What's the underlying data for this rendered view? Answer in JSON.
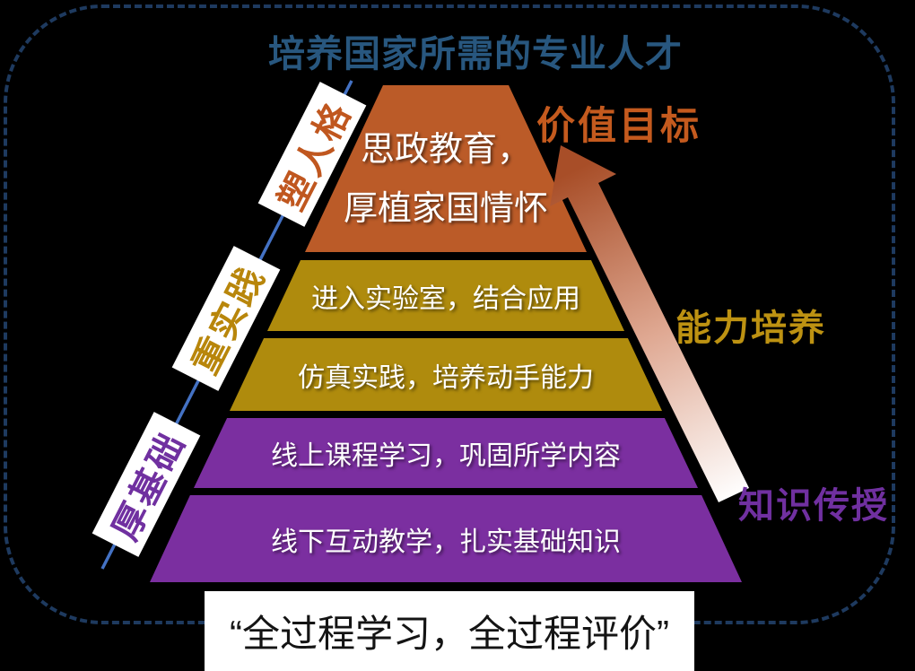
{
  "title": "培养国家所需的专业人才",
  "pyramid": {
    "levels": [
      {
        "line1": "思政教育，",
        "line2": "厚植家国情怀",
        "color": "#BB5B28"
      },
      {
        "text": "进入实验室，结合应用",
        "color": "#AF8B0D"
      },
      {
        "text": "仿真实践，培养动手能力",
        "color": "#AF8B0D"
      },
      {
        "text": "线上课程学习，巩固所学内容",
        "color": "#7B2FA0"
      },
      {
        "text": "线下互动教学，扎实基础知识",
        "color": "#7B2FA0"
      }
    ]
  },
  "stage_labels": [
    {
      "text": "塑人格",
      "color": "#C0571F"
    },
    {
      "text": "重实践",
      "color": "#B8860B"
    },
    {
      "text": "厚基础",
      "color": "#7030A0"
    }
  ],
  "side_labels": [
    {
      "text": "价值目标",
      "color": "#C45A1E"
    },
    {
      "text": "能力培养",
      "color": "#BD9212"
    },
    {
      "text": "知识传授",
      "color": "#7030A0"
    }
  ],
  "footer_quote": "“全过程学习，全过程评价”",
  "colors": {
    "background": "#000000",
    "border_dash": "#1E3A5F",
    "title": "#28577F",
    "diagonal_line": "#4472C4",
    "arrow_top": "#A84E28",
    "arrow_mid": "#DFA892",
    "arrow_bottom": "#FFFFFF"
  }
}
